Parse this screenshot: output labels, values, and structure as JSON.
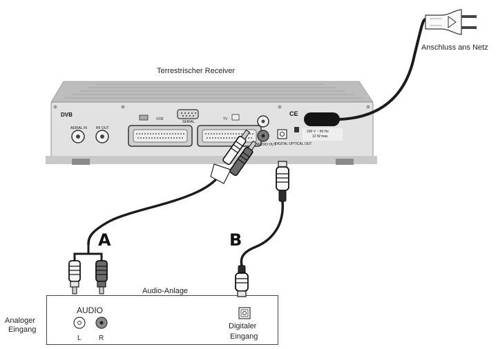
{
  "labels": {
    "receiver": "Terrestrischer Receiver",
    "power": "Anschluss ans Netz",
    "audio_system": "Audio-Anlage",
    "analog_input_line1": "Analoger",
    "analog_input_line2": "Eingang",
    "audio": "AUDIO",
    "left": "L",
    "right": "R",
    "digital_input_line1": "Digitaler",
    "digital_input_line2": "Eingang",
    "cable_a": "A",
    "cable_b": "B"
  },
  "panel": {
    "dvb": "DVB",
    "aerial_in": "AERIAL IN",
    "rf_out": "RF OUT",
    "vcr": "VCR",
    "serial": "SERIAL",
    "tv": "TV",
    "audio_out": "AUDIO OUT",
    "digital_optical_out": "DIGITAL OPTICAL OUT",
    "ce": "CE",
    "power_spec_line1": "230 V ~ 50 Hz",
    "power_spec_line2": "12 W max"
  },
  "colors": {
    "cable": "#1c1c1c",
    "receiver_body": "#d6d6d6",
    "receiver_panel": "#e4e4e4",
    "red_plug": "#6a6a6a"
  }
}
